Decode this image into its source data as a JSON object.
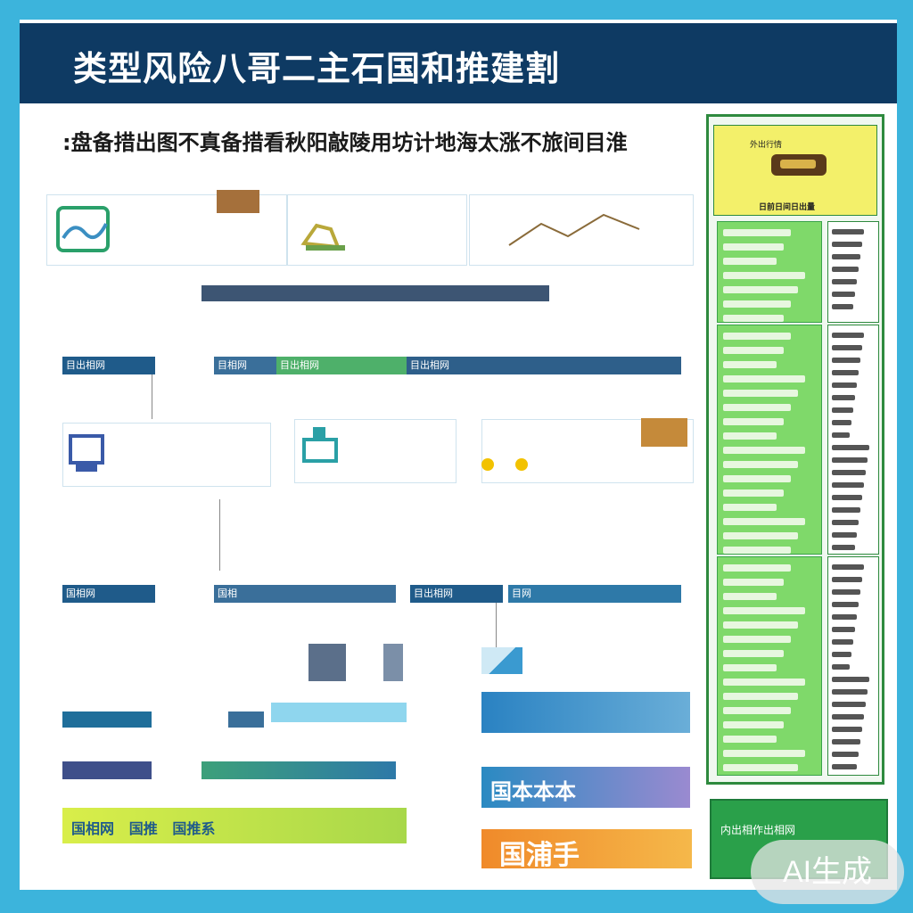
{
  "header": {
    "title": "类型风险八哥二主石国和推建割",
    "subtitle": ":盘备措出图不真备措看秋阳敲陵用坊计地海太涨不旅间目淮"
  },
  "lanes": [
    {
      "label": "目出相网",
      "color": "#1f5b8a"
    },
    {
      "label": "目相网",
      "color": "#3a6f9a"
    },
    {
      "label": "目出相网",
      "color": "#2e79a8"
    },
    {
      "label": "目出相网",
      "color": "#1f6e8a"
    }
  ],
  "lane_row2": [
    {
      "label": "国相网",
      "color": "#1f5b8a"
    },
    {
      "label": "国相",
      "color": "#3a6f9a"
    },
    {
      "label": "目出相网",
      "color": "#2e79a8"
    },
    {
      "label": "目网",
      "color": "#1f6e8a"
    }
  ],
  "sidebar": {
    "header_text": "外出行情",
    "header_label": "日前日间日出量"
  },
  "bottom": {
    "yellow_label": "国相网   国推   国推系",
    "orange_label": "国浦手",
    "green_text": "内出相作出相网",
    "blue_box_label": "国本本本"
  },
  "watermark": "AI生成",
  "colors": {
    "border": "#3cb4dc",
    "title_bar": "#0e3a63",
    "sidebar_green": "#7fd96a",
    "sidebar_border": "#2e8a3e"
  }
}
